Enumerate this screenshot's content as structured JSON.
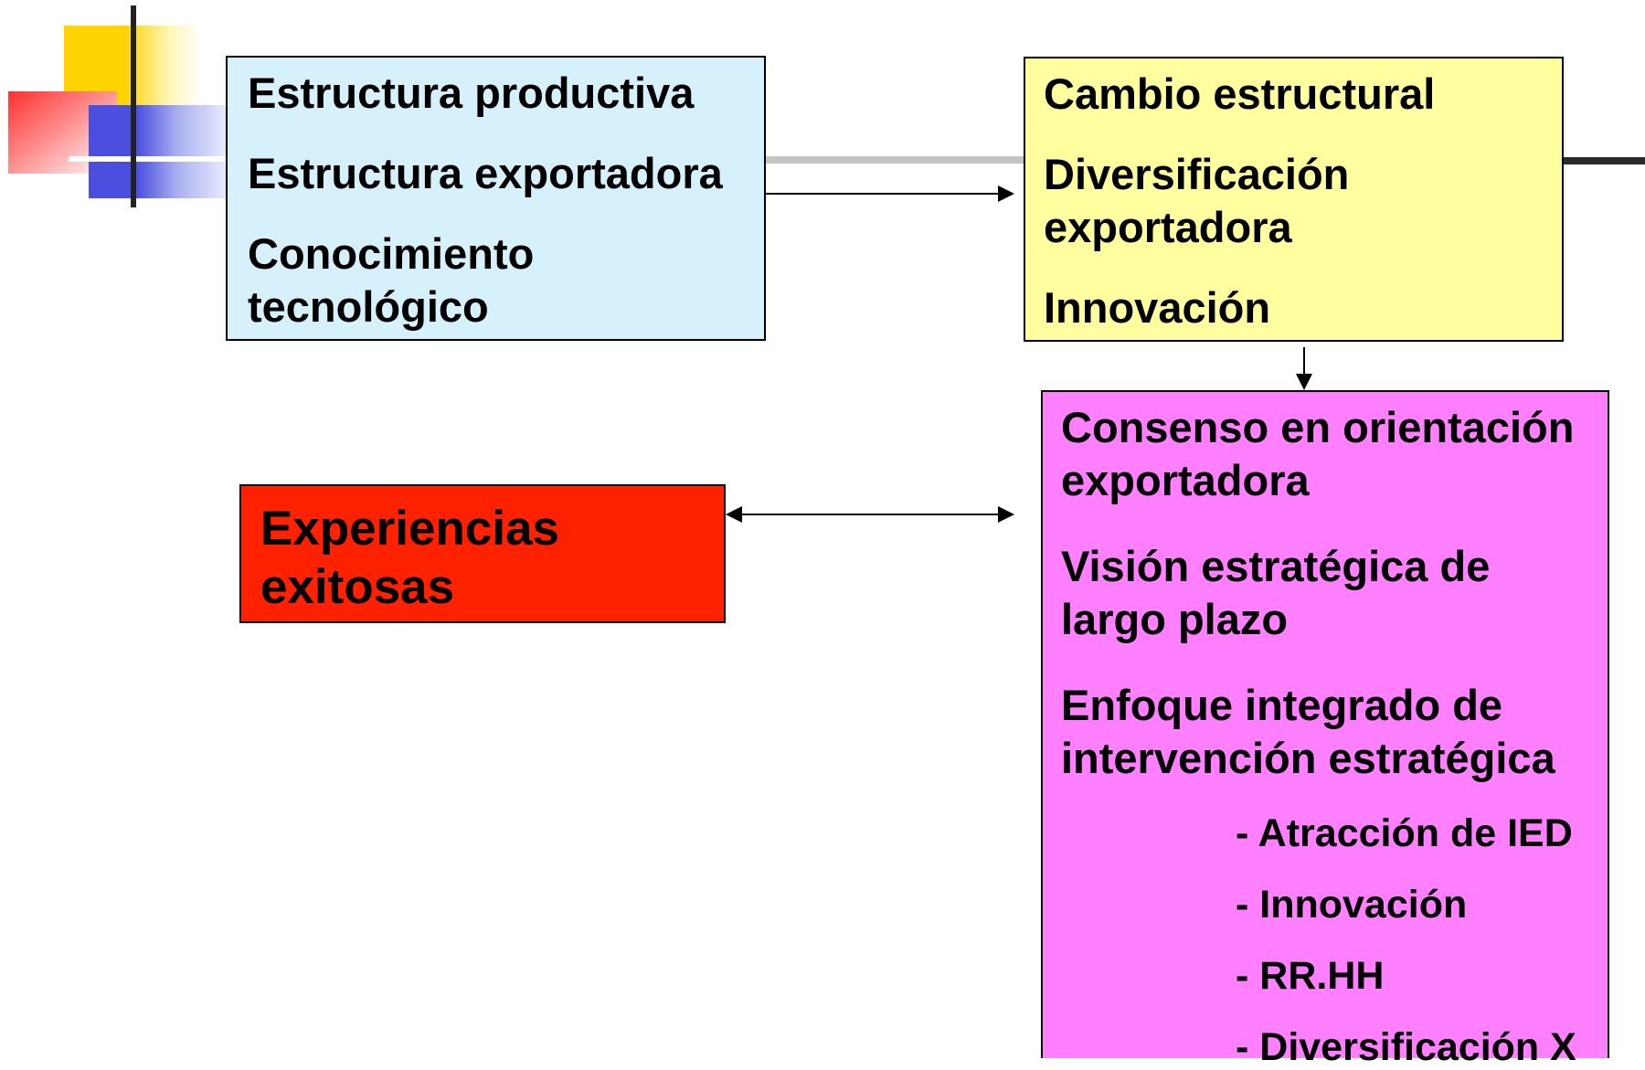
{
  "boxes": {
    "blue": {
      "fill": "#d6f0fc",
      "items": [
        "Estructura productiva",
        "Estructura exportadora",
        "Conocimiento tecnológico"
      ]
    },
    "yellow": {
      "fill": "#ffff9f",
      "items": [
        "Cambio estructural",
        "Diversificación exportadora",
        "Innovación"
      ]
    },
    "red": {
      "fill": "#ff2200",
      "text": "Experiencias exitosas"
    },
    "pink": {
      "fill": "#ff80ff",
      "items": [
        "Consenso en orientación exportadora",
        "Visión estratégica de largo plazo",
        "Enfoque integrado de intervención estratégica"
      ],
      "subitems": [
        "- Atracción de IED",
        "- Innovación",
        "- RR.HH",
        "- Diversificación X"
      ]
    }
  },
  "decoration": {
    "colors": [
      "#ffd400",
      "#ff3030",
      "#4a4fe0",
      "#222222"
    ]
  },
  "connectors": [
    {
      "from": "blue",
      "to": "yellow",
      "type": "arrow"
    },
    {
      "from": "yellow",
      "to": "pink",
      "type": "arrow"
    },
    {
      "from": "red",
      "to": "pink",
      "type": "double-arrow"
    }
  ]
}
